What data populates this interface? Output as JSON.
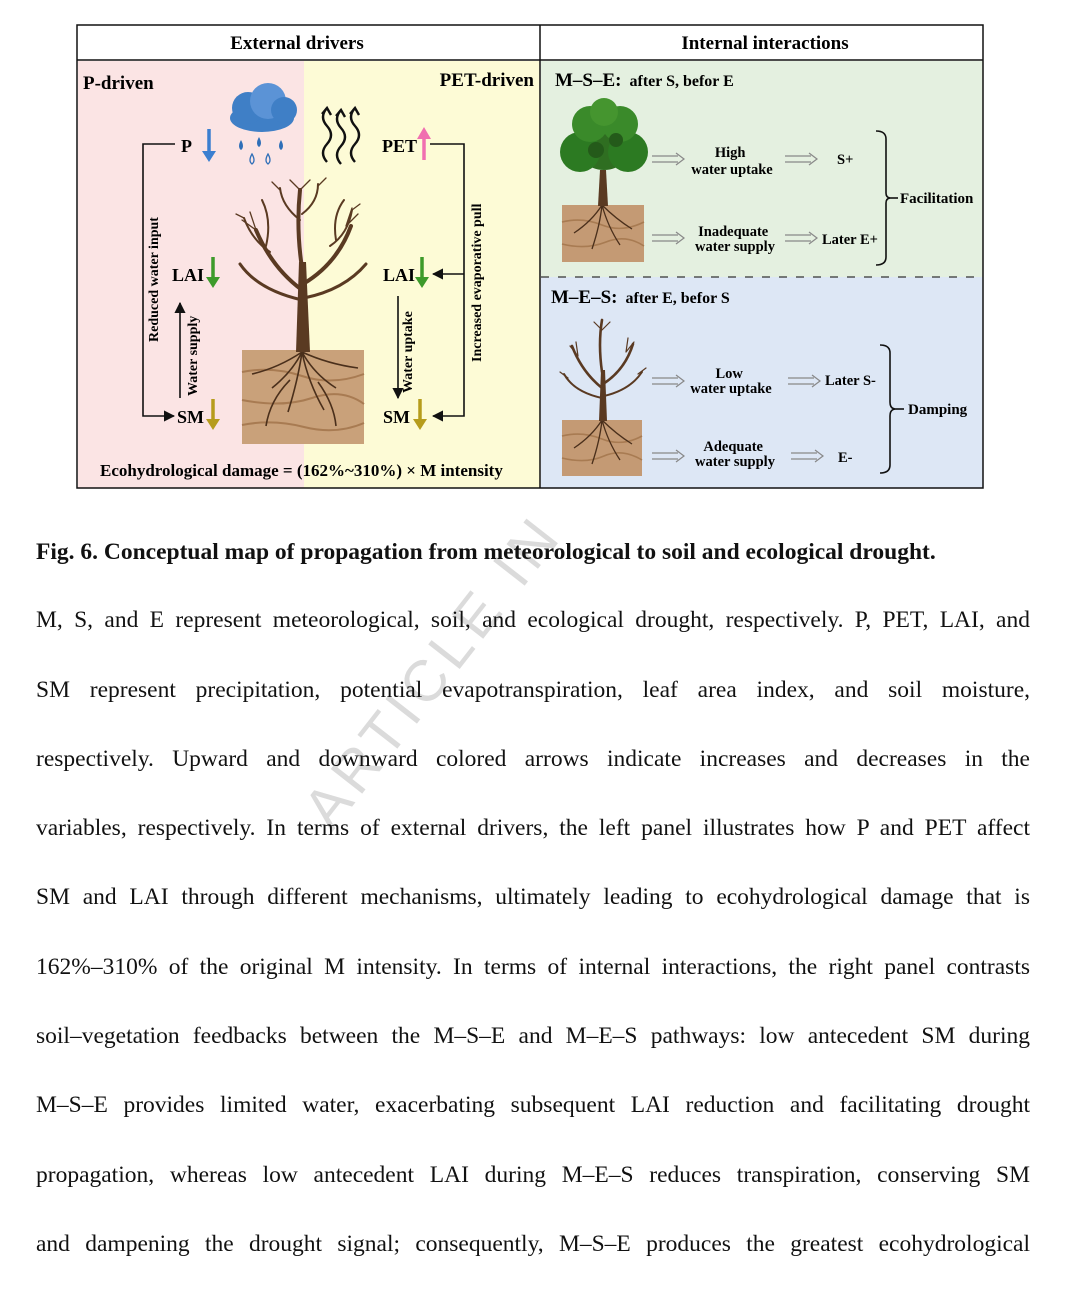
{
  "figure": {
    "left_header": "External drivers",
    "right_header": "Internal interactions",
    "p_driven": "P-driven",
    "pet_driven": "PET-driven",
    "p_label": "P",
    "pet_label": "PET",
    "lai_label": "LAI",
    "sm_label": "SM",
    "reduced_water_input": "Reduced water input",
    "water_supply": "Water supply",
    "water_uptake": "Water uptake",
    "increased_evap_pull": "Increased evaporative pull",
    "damage_formula": "Ecohydrological damage = (162%~310%) × M intensity",
    "mse_title_bold": "M–S–E:",
    "mse_title_rest": "after S, befor E",
    "mes_title_bold": "M–E–S:",
    "mes_title_rest": "after E, befor S",
    "high_uptake_1": "High",
    "high_uptake_2": "water uptake",
    "inadequate_1": "Inadequate",
    "inadequate_2": "water supply",
    "s_plus": "S+",
    "later_e_plus": "Later E+",
    "facilitation": "Facilitation",
    "low_uptake_1": "Low",
    "low_uptake_2": "water uptake",
    "adequate_1": "Adequate",
    "adequate_2": "water supply",
    "later_s_minus": "Later S-",
    "e_minus": "E-",
    "damping": "Damping",
    "colors": {
      "p_panel": "#fbe4e4",
      "pet_panel": "#fdfbd6",
      "mse_panel": "#e4f0e0",
      "mes_panel": "#dde7f5",
      "arrow_down_blue": "#3b7fd0",
      "arrow_up_pink": "#f06fb0",
      "arrow_down_green": "#3d9a2a",
      "arrow_down_olive": "#b69c1c"
    }
  },
  "caption": {
    "title": "Fig. 6. Conceptual map of propagation from meteorological to soil and ecological drought.",
    "lines": [
      "M, S, and E represent meteorological, soil, and ecological drought, respectively. P, PET, LAI, and",
      "SM represent precipitation, potential evapotranspiration, leaf area index, and soil moisture,",
      "respectively. Upward and downward colored arrows indicate increases and decreases in the",
      "variables, respectively. In terms of external drivers, the left panel illustrates how P and PET affect",
      "SM and LAI through different mechanisms, ultimately leading to ecohydrological damage that is",
      "162%–310% of the original M intensity. In terms of internal interactions, the right panel contrasts",
      "soil–vegetation feedbacks between the M–S–E and M–E–S pathways: low antecedent SM during",
      "M–S–E provides limited water, exacerbating subsequent LAI reduction and facilitating drought",
      "propagation, whereas low antecedent LAI during M–E–S reduces transpiration, conserving SM",
      "and dampening the drought signal; consequently, M–S–E produces the greatest ecohydrological"
    ]
  },
  "watermark": "ARTICLE IN"
}
